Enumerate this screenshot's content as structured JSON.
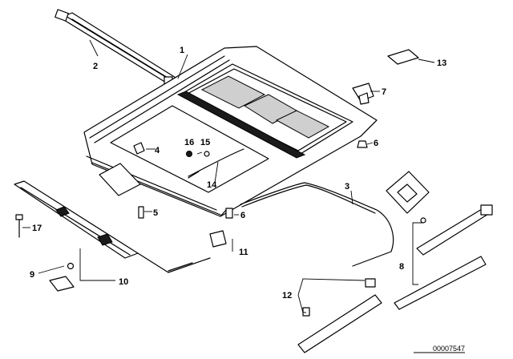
{
  "callouts": [
    {
      "id": "c1",
      "text": "1"
    },
    {
      "id": "c2",
      "text": "2"
    },
    {
      "id": "c3",
      "text": "3"
    },
    {
      "id": "c4",
      "text": "4"
    },
    {
      "id": "c5",
      "text": "5"
    },
    {
      "id": "c6a",
      "text": "6"
    },
    {
      "id": "c6b",
      "text": "6"
    },
    {
      "id": "c7",
      "text": "7"
    },
    {
      "id": "c8",
      "text": "8"
    },
    {
      "id": "c9",
      "text": "9"
    },
    {
      "id": "c10",
      "text": "10"
    },
    {
      "id": "c11",
      "text": "11"
    },
    {
      "id": "c12",
      "text": "12"
    },
    {
      "id": "c13",
      "text": "13"
    },
    {
      "id": "c14",
      "text": "14"
    },
    {
      "id": "c15",
      "text": "15"
    },
    {
      "id": "c16",
      "text": "16"
    },
    {
      "id": "c17",
      "text": "17"
    }
  ],
  "reference_number": "00007547"
}
